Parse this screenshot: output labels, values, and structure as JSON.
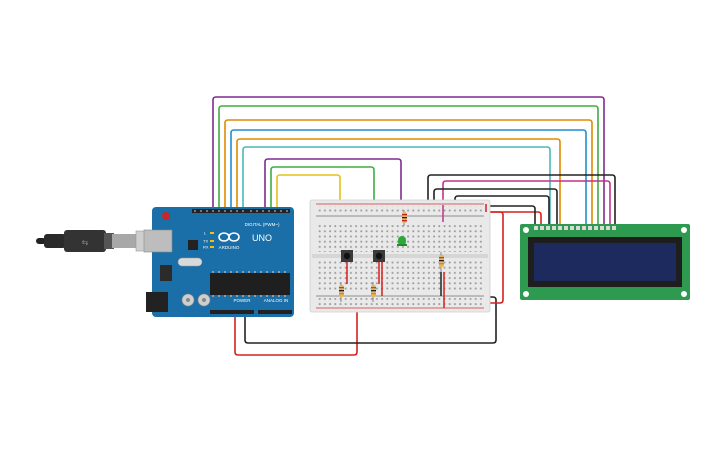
{
  "arduino": {
    "logo_text": "ARDUINO",
    "model": "UNO",
    "digital_label": "DIGITAL (PWM~)",
    "power_label": "POWER",
    "analog_label": "ANALOG IN",
    "led_labels": [
      "L",
      "TX",
      "RX"
    ],
    "board_color": "#1a6fa8"
  },
  "breadboard": {
    "rail_colors": {
      "positive": "#d32f2f",
      "negative": "#333333"
    }
  },
  "lcd": {
    "pcb_color": "#2e9a4f",
    "screen_color": "#1c2a5e"
  },
  "components": {
    "led_color": "#2ea83a",
    "buttons": 2,
    "resistors": 4
  },
  "wire_colors": [
    "#7b2d8e",
    "#3fae3f",
    "#e08a00",
    "#1e8fd0",
    "#4bb8b8",
    "#e2c21a",
    "#222222",
    "#d62020",
    "#c2338a"
  ]
}
